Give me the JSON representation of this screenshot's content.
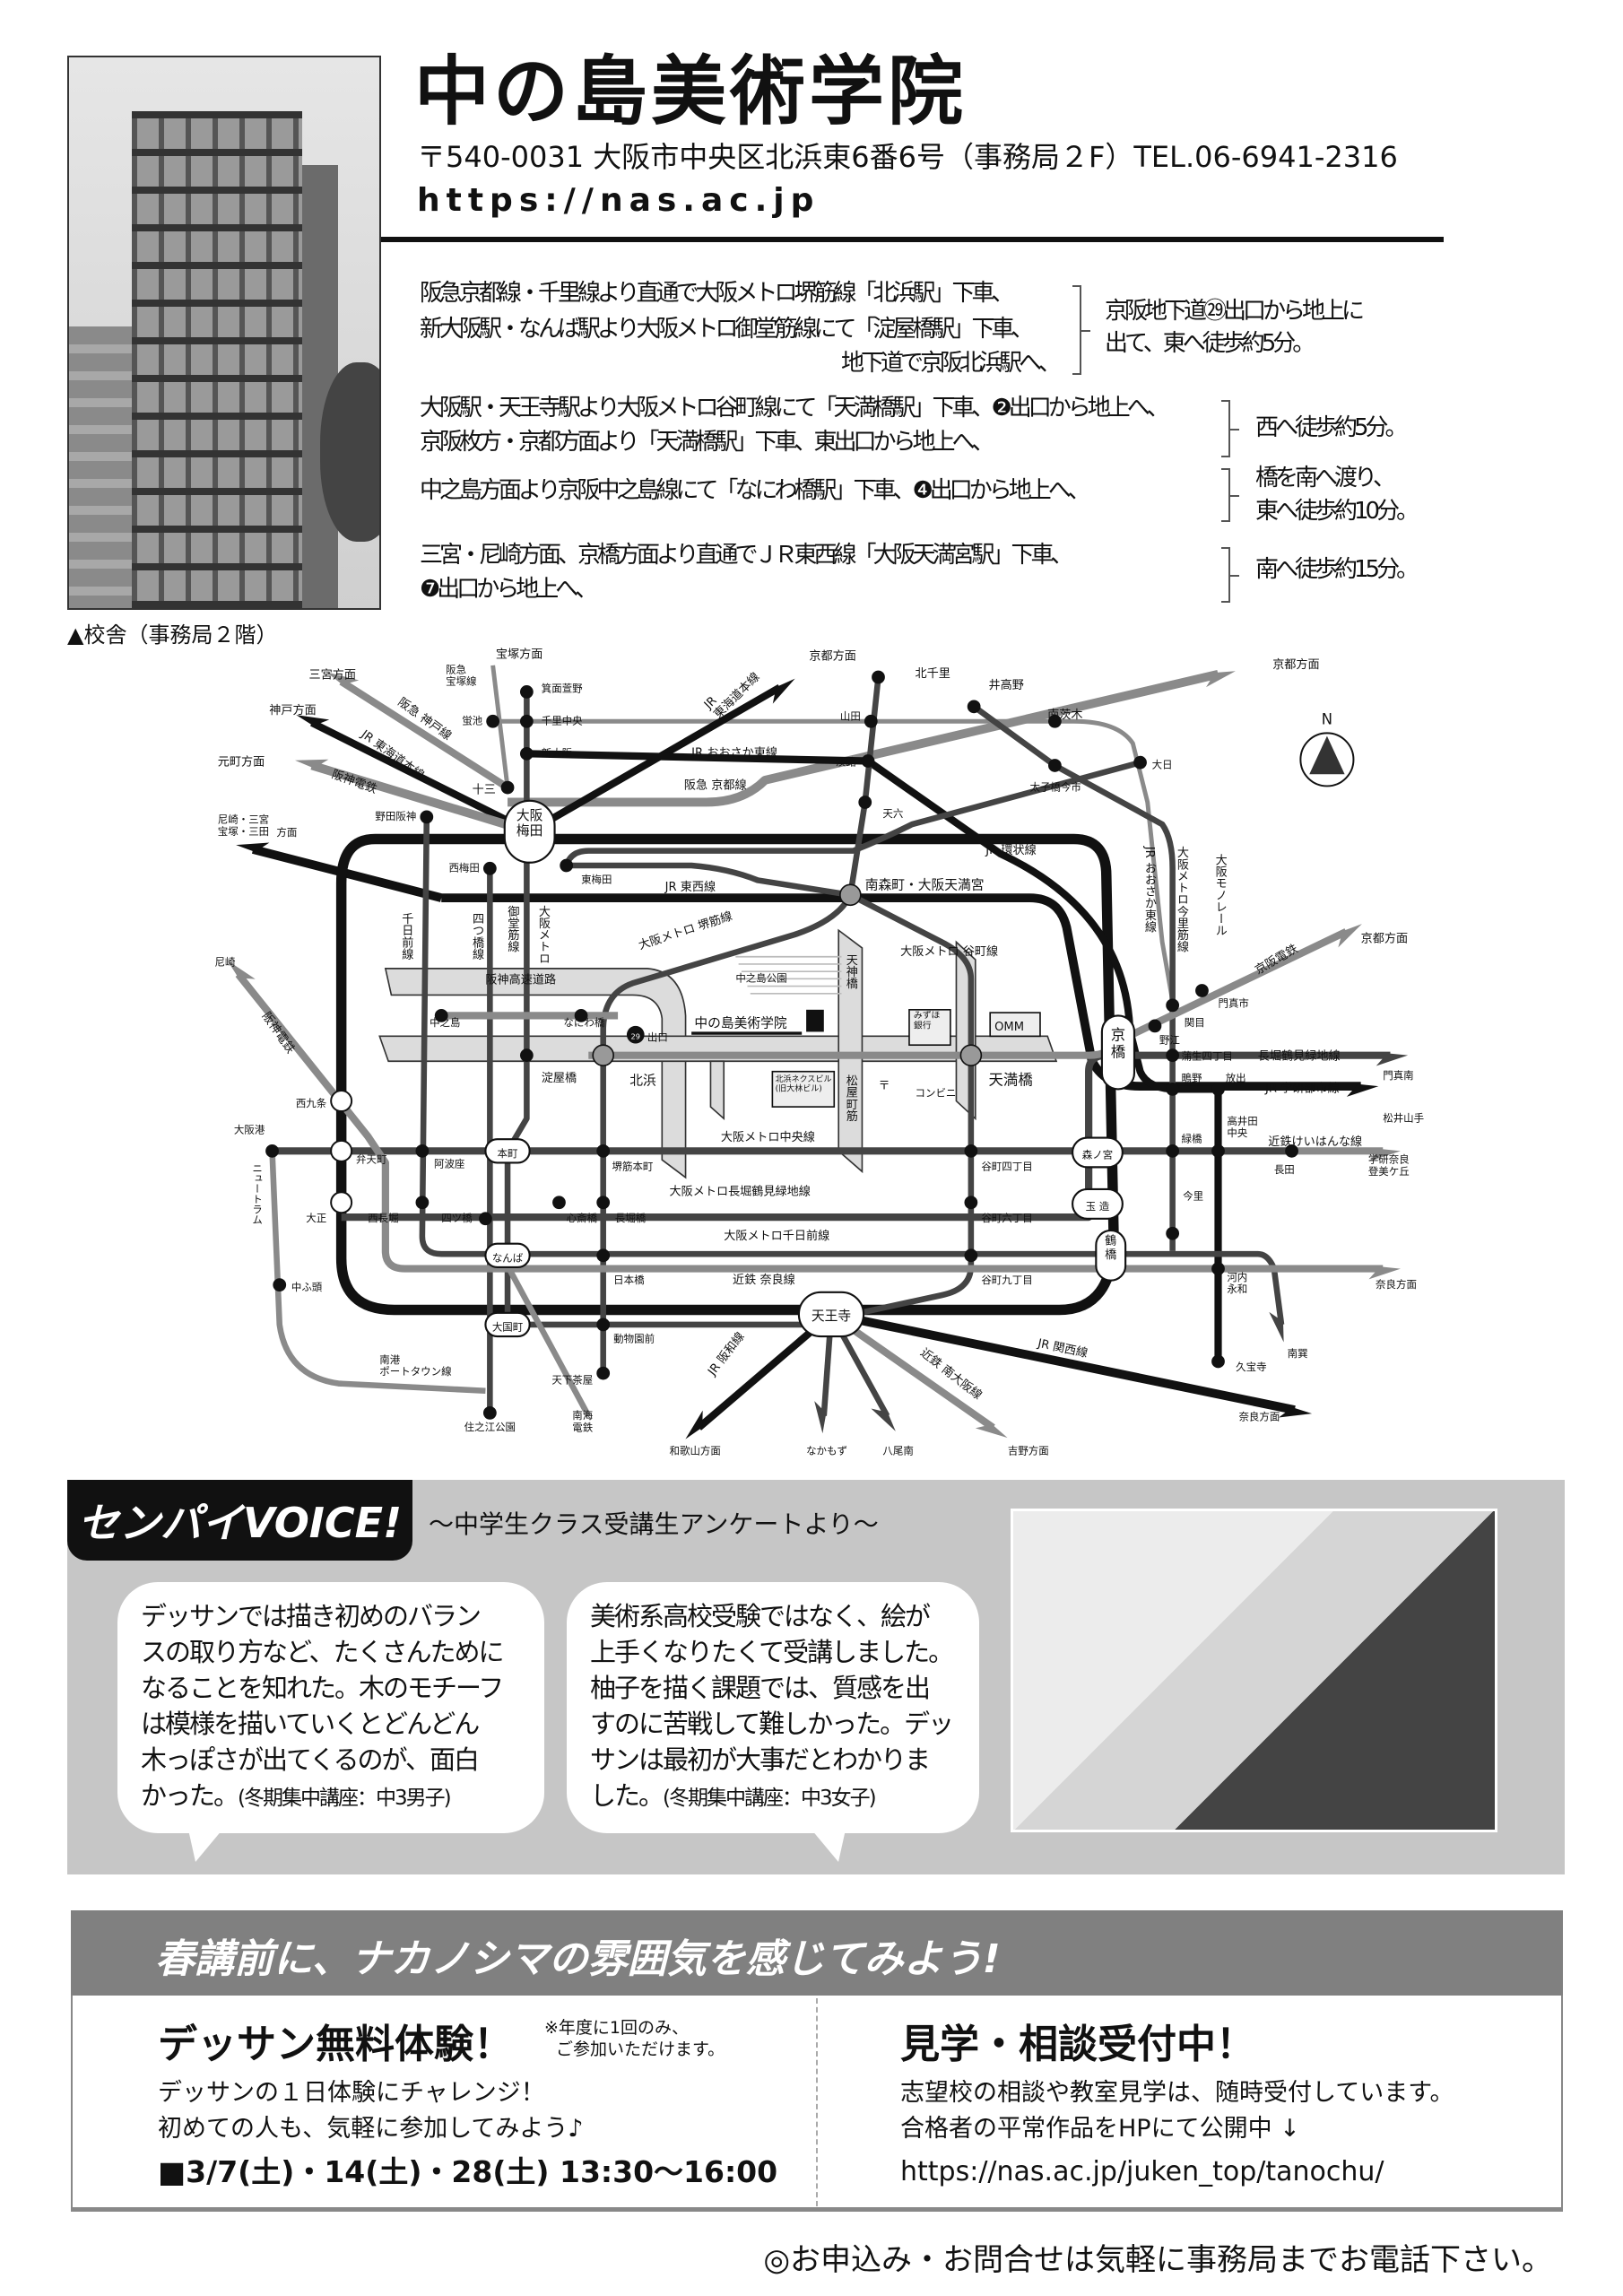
{
  "header": {
    "title": "中の島美術学院",
    "address": "〒540-0031 大阪市中央区北浜東6番6号（事務局２F）TEL.06-6941-2316",
    "url": "https://nas.ac.jp",
    "photo_caption": "▲校舎（事務局２階）"
  },
  "access": {
    "g1": {
      "lines": [
        "阪急京都線・千里線より直通で大阪メトロ堺筋線「北浜駅」下車、",
        "新大阪駅・なんば駅より大阪メトロ御堂筋線にて「淀屋橋駅」下車、",
        "地下道で京阪北浜駅へ、"
      ],
      "result": [
        "京阪地下道㉙出口から地上に",
        "出て、東へ徒歩約5分。"
      ]
    },
    "g2": {
      "lines": [
        "大阪駅・天王寺駅より大阪メトロ谷町線にて「天満橋駅」下車、❷出口から地上へ、",
        "京阪枚方・京都方面より「天満橋駅」下車、東出口から地上へ、"
      ],
      "result": [
        "西へ徒歩約5分。"
      ]
    },
    "g3": {
      "lines": [
        "中之島方面より京阪中之島線にて「なにわ橋駅」下車、❹出口から地上へ、"
      ],
      "result": [
        "橋を南へ渡り、",
        "東へ徒歩約10分。"
      ]
    },
    "g4": {
      "lines": [
        "三宮・尼崎方面、京橋方面より直通でＪＲ東西線「大阪天満宮駅」下車、",
        "❼出口から地上へ、"
      ],
      "result": [
        "南へ徒歩約15分。"
      ]
    }
  },
  "map": {
    "labels": {
      "sannomiya": "三宮方面",
      "kobe": "神戸方面",
      "motomachi": "元町方面",
      "takarazuka": "宝塚方面",
      "hkTakarazuka": "阪急\n宝塚線",
      "hkKobe": "阪急 神戸線",
      "jrTokaidoW": "JR 東海道本線",
      "hanshin1": "阪神電鉄",
      "amaMita": "尼崎・三宮\n宝塚・三田",
      "homen": "方面",
      "kyotoN": "京都方面",
      "jrTokaidoE": "JR\n東海道本線",
      "kyotoNE": "京都方面",
      "kitasenri": "北千里",
      "ibarano": "井高野",
      "minamiibaraki": "南茨木",
      "yamada": "山田",
      "minoh": "箕面萱野",
      "senri": "千里中央",
      "hotaru": "蛍池",
      "shinosaka": "新大阪",
      "juso": "十三",
      "noda": "野田阪神",
      "umeda": "大阪\n梅田",
      "nishiumeda": "西梅田",
      "higashiumeda": "東梅田",
      "jrOsakaHigashi": "JR おおさか東線",
      "hkKyoto": "阪急 京都線",
      "awaji": "淡路",
      "tenroku": "天六",
      "taishibashi": "太子橋今市",
      "dainichi": "大日",
      "jrLoop": "JR 環状線",
      "jrTozai": "JR 東西線",
      "minamimori": "南森町・大阪天満宮",
      "sakaisuji": "大阪メトロ 堺筋線",
      "tanimachi": "大阪メトロ 谷町線",
      "sennichimaeV": "千日前線",
      "yotsubashiV": "四つ橋線",
      "midosujiV": "御堂筋線",
      "metroV": "大阪メトロ",
      "jrOhV": "JR おおさか東線",
      "imazatoV": "大阪メトロ今里筋線",
      "monorailV": "大阪モノレール",
      "kyotoE": "京都方面",
      "keihan": "京阪電鉄",
      "kadomashi": "門真市",
      "sekime": "関目",
      "noe": "野江",
      "gamo": "蒲生四丁目",
      "nagahoriE": "長堀鶴見緑地線",
      "kadomaminami": "門真南",
      "shigino": "鴫野",
      "hanaten": "放出",
      "jrGakken": "JR 学研都市線",
      "matsuiyamate": "松井山手",
      "midoribashi": "緑橋",
      "takaida": "高井田\n中央",
      "keihanna": "近鉄けいはんな線",
      "nagata": "長田",
      "tomigaoka": "学研奈良\n登美ケ丘",
      "imazato": "今里",
      "kawachi": "河内\n永和",
      "naraE": "奈良方面",
      "minamitatsumi": "南巽",
      "kyuhoji": "久宝寺",
      "jrKansai": "JR 関西線",
      "naraS": "奈良方面",
      "amagasaki": "尼崎",
      "hanshin2": "阪神電鉄",
      "hwy": "阪神高速道路",
      "park": "中之島公園",
      "tenjinbashi": "天神橋",
      "nakanoshima": "中之島",
      "naniwabashi": "なにわ橋",
      "exit29": "出口",
      "exit29n": "29",
      "school": "中の島美術学院",
      "mizuho": "みずほ\n銀行",
      "omm": "OMM",
      "yodoyabashi": "淀屋橋",
      "kitahama": "北浜",
      "nexbldg": "北浜ネクスビル\n(旧大林ビル)",
      "matsuyamachi": "松屋町筋",
      "post": "〒",
      "konbini": "コンビニ",
      "tenmabashi": "天満橋",
      "kyobashi": "京\n橋",
      "nishikujo": "西九条",
      "osakako": "大阪港",
      "bentencho": "弁天町",
      "awaza": "阿波座",
      "hommachi": "本町",
      "sakaisujihommachi": "堺筋本町",
      "chuo": "大阪メトロ中央線",
      "tani4": "谷町四丁目",
      "morinomiya": "森ノ宮",
      "nagahoriL": "大阪メトロ長堀鶴見緑地線",
      "taisho": "大正",
      "nishinagahori": "西長堀",
      "yotsubashi": "四ツ橋",
      "shinsaibashi": "心斎橋",
      "nagahoribashi": "長堀橋",
      "tani6": "谷町六丁目",
      "tamatsukuri": "玉 造",
      "sennichimaeL": "大阪メトロ千日前線",
      "newtram": "ニュートラム",
      "namba": "なんば",
      "nipponbashi": "日本橋",
      "kintetsuNara": "近鉄 奈良線",
      "tani9": "谷町九丁目",
      "tsuruhashi": "鶴\n橋",
      "nakafuto": "中ふ頭",
      "daikokucho": "大国町",
      "dobutsuen": "動物園前",
      "tennoji": "天王寺",
      "nanko": "南港\nポートタウン線",
      "tengachaya": "天下茶屋",
      "suminoe": "住之江公園",
      "nankai": "南海\n電鉄",
      "jrHanwa": "JR 阪和線",
      "wakayama": "和歌山方面",
      "nakamozu": "なかもず",
      "yaominami": "八尾南",
      "kintetsuMinami": "近鉄 南大阪線",
      "yoshino": "吉野方面",
      "north": "N"
    }
  },
  "voice": {
    "tab": "センパイVOICE!",
    "subtitle": "～中学生クラス受講生アンケートより～",
    "b1": {
      "lines": [
        "デッサンでは描き初めのバラン",
        "スの取り方など、たくさんために",
        "なることを知れた。木のモチーフ",
        "は模様を描いていくとどんどん",
        "木っぽさが出てくるのが、面白",
        "かった。"
      ],
      "note": "(冬期集中講座：中3男子)"
    },
    "b2": {
      "lines": [
        "美術系高校受験ではなく、絵が",
        "上手くなりたくて受講しました。",
        "柚子を描く課題では、質感を出",
        "すのに苦戦して難しかった。デッ",
        "サンは最初が大事だとわかりま",
        "した。"
      ],
      "note": "(冬期集中講座：中3女子)"
    }
  },
  "promo": {
    "headline": "春講前に、ナカノシマの雰囲気を感じてみよう!",
    "left": {
      "title": "デッサン無料体験！",
      "note": [
        "※年度に1回のみ、",
        "ご参加いただけます。"
      ],
      "body": [
        "デッサンの１日体験にチャレンジ！",
        "初めての人も、気軽に参加してみよう♪"
      ],
      "dates": "■3/7(土)・14(土)・28(土) 13:30〜16:00"
    },
    "right": {
      "title": "見学・相談受付中！",
      "body": [
        "志望校の相談や教室見学は、随時受付しています。",
        "合格者の平常作品をHPにて公開中 ↓"
      ],
      "url": "https://nas.ac.jp/juken_top/tanochu/"
    }
  },
  "footer": "◎お申込み・お問合せは気軽に事務局までお電話下さい。"
}
